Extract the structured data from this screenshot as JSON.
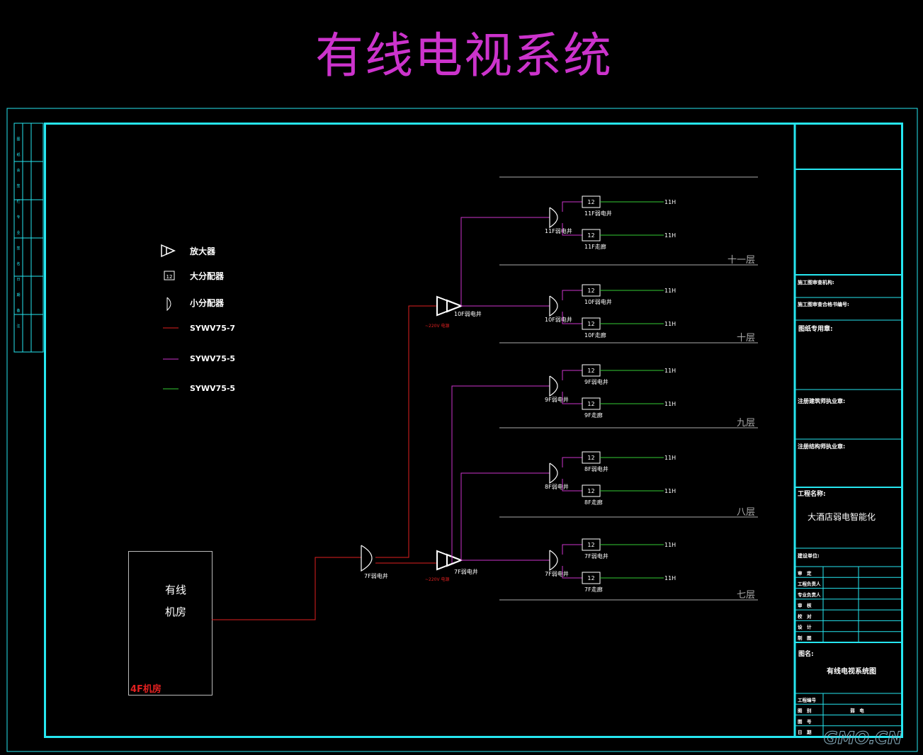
{
  "title": "有线电视系统",
  "colors": {
    "frame": "#26e6f0",
    "coax7": "#e02020",
    "coax5_purple": "#cc33cc",
    "coax5_green": "#33cc33",
    "device": "#ffffff",
    "floorline": "#aaaaaa",
    "title": "#cc33cc"
  },
  "legend": {
    "amplifier": "放大器",
    "splitter_big": "大分配器",
    "splitter_big_mark": "12",
    "splitter_small": "小分配器",
    "cable_red": "SYWV75-7",
    "cable_purple": "SYWV75-5",
    "cable_green": "SYWV75-5"
  },
  "control_room": {
    "name_line1": "有线",
    "name_line2": "机房",
    "floor_label": "4F机房"
  },
  "main_splitter_label": "7F弱电井",
  "amplifiers": [
    {
      "label": "10F弱电井",
      "note": "~220V 电源"
    },
    {
      "label": "7F弱电井",
      "note": "~220V 电源"
    }
  ],
  "floors": [
    {
      "name": "十一层",
      "splitter_label": "11F弱电井",
      "boxes": [
        {
          "mark": "12",
          "label": "11F弱电井",
          "end": "11H"
        },
        {
          "mark": "12",
          "label": "11F走廊",
          "end": "11H"
        }
      ]
    },
    {
      "name": "十层",
      "splitter_label": "10F弱电井",
      "boxes": [
        {
          "mark": "12",
          "label": "10F弱电井",
          "end": "11H"
        },
        {
          "mark": "12",
          "label": "10F走廊",
          "end": "11H"
        }
      ]
    },
    {
      "name": "九层",
      "splitter_label": "9F弱电井",
      "boxes": [
        {
          "mark": "12",
          "label": "9F弱电井",
          "end": "11H"
        },
        {
          "mark": "12",
          "label": "9F走廊",
          "end": "11H"
        }
      ]
    },
    {
      "name": "八层",
      "splitter_label": "8F弱电井",
      "boxes": [
        {
          "mark": "12",
          "label": "8F弱电井",
          "end": "11H"
        },
        {
          "mark": "12",
          "label": "8F走廊",
          "end": "11H"
        }
      ]
    },
    {
      "name": "七层",
      "splitter_label": "7F弱电井",
      "boxes": [
        {
          "mark": "12",
          "label": "7F弱电井",
          "end": "11H"
        },
        {
          "mark": "12",
          "label": "7F走廊",
          "end": "11H"
        }
      ]
    }
  ],
  "title_block": {
    "field_construction_review_unit": "施工图审查机构:",
    "field_construction_review_no": "施工图审查合格书编号:",
    "field_drawing_seal": "图纸专用章:",
    "field_arch_seal": "注册建筑师执业章:",
    "field_struct_seal": "注册结构师执业章:",
    "field_project_name": "工程名称:",
    "project_name": "大酒店弱电智能化",
    "field_client": "建设单位:",
    "roles": [
      "审　定",
      "工程负责人",
      "专业负责人",
      "审　核",
      "校　对",
      "设　计",
      "制　图"
    ],
    "field_drawing_name": "图名:",
    "drawing_name": "有线电视系统图",
    "bottom_rows": [
      {
        "label": "工程编号",
        "value": ""
      },
      {
        "label": "图　别",
        "value": "弱　电"
      },
      {
        "label": "图　号",
        "value": ""
      },
      {
        "label": "日　期",
        "value": ""
      }
    ]
  },
  "left_strip": [
    "图",
    "纸",
    "会",
    "签",
    "栏",
    "专",
    "业",
    "签",
    "名",
    "日",
    "期",
    "备",
    "注"
  ],
  "watermark": "GMO.CN"
}
